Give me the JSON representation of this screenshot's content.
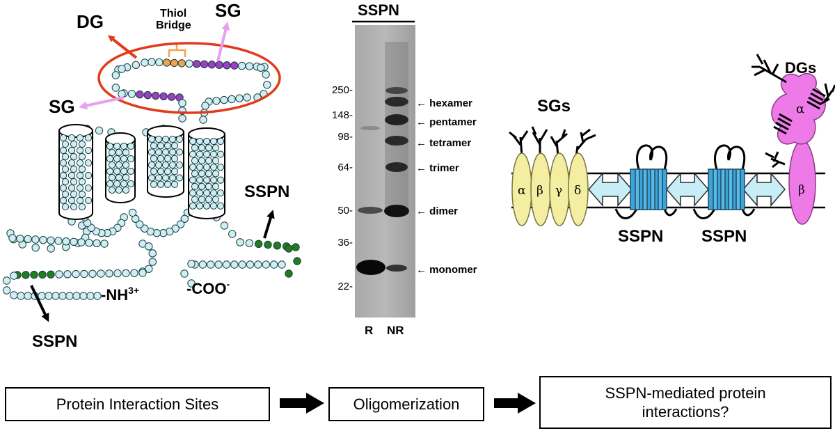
{
  "panel_a": {
    "label_dg": "DG",
    "label_sg_top": "SG",
    "label_thiol": "Thiol",
    "label_bridge": "Bridge",
    "label_sg_left": "SG",
    "label_sspn_right": "SSPN",
    "label_sspn_bottom": "SSPN",
    "nh_base": "-NH",
    "nh_sup": "3+",
    "coo_base": "-COO",
    "coo_sup": "-",
    "colors": {
      "bead": "#cdeef3",
      "bead_purple": "#9b3fc6",
      "bead_green": "#1f7f1f",
      "bead_orange": "#f0a34a",
      "ellipse": "#e23a1c",
      "arrow_dg": "#e23a1c",
      "arrow_sg": "#e6a0ee"
    }
  },
  "panel_b": {
    "title": "SSPN",
    "markers": [
      "250-",
      "148-",
      "98-",
      "64-",
      "50-",
      "36-",
      "22-"
    ],
    "bands": [
      "hexamer",
      "pentamer",
      "tetramer",
      "trimer",
      "dimer",
      "monomer"
    ],
    "lane_r": "R",
    "lane_nr": "NR"
  },
  "panel_c": {
    "label_sgs": "SGs",
    "label_dgs": "DGs",
    "sg_subunits": [
      "α",
      "β",
      "γ",
      "δ"
    ],
    "dg_alpha": "α",
    "dg_beta": "β",
    "label_sspn_1": "SSPN",
    "label_sspn_2": "SSPN",
    "colors": {
      "sg": "#f3eea1",
      "dg": "#ee7ae8",
      "sspn": "#3ea3d8",
      "arrow": "#c7eef6"
    }
  },
  "workflow": {
    "step1": "Protein Interaction Sites",
    "step2": "Oligomerization",
    "step3": "SSPN-mediated protein interactions?"
  }
}
